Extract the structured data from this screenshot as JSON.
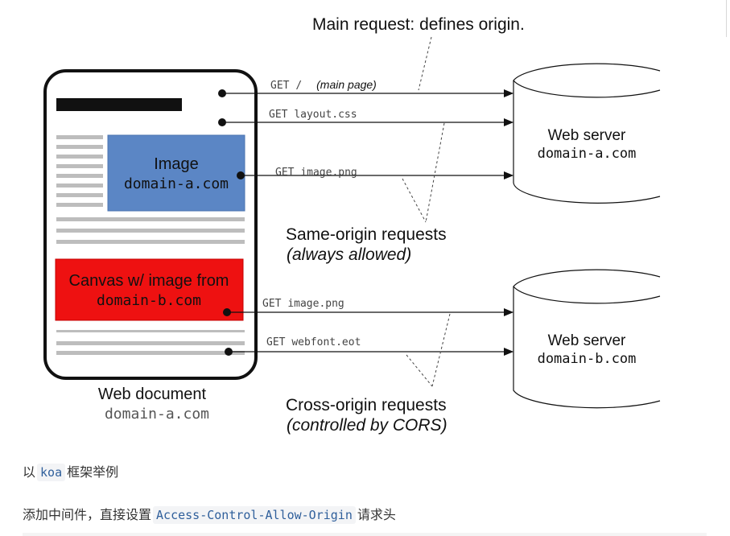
{
  "diagram": {
    "main_request_label": "Main request: defines origin.",
    "web_document": {
      "title": "Web document",
      "origin": "domain-a.com",
      "image_box": {
        "label": "Image",
        "origin": "domain-a.com",
        "color": "#5b86c5"
      },
      "canvas_box": {
        "label": "Canvas w/ image from",
        "origin": "domain-b.com",
        "color": "#ee1111"
      }
    },
    "requests": [
      {
        "method": "GET",
        "path": "/",
        "note": "(main page)"
      },
      {
        "method": "GET",
        "path": "layout.css",
        "note": ""
      },
      {
        "method": "GET",
        "path": "image.png",
        "note": ""
      },
      {
        "method": "GET",
        "path": "image.png",
        "note": ""
      },
      {
        "method": "GET",
        "path": "webfont.eot",
        "note": ""
      }
    ],
    "servers": [
      {
        "title": "Web server",
        "origin": "domain-a.com"
      },
      {
        "title": "Web server",
        "origin": "domain-b.com"
      }
    ],
    "same_origin": {
      "line1": "Same-origin requests",
      "line2": "(always allowed)"
    },
    "cross_origin": {
      "line1": "Cross-origin requests",
      "line2": "(controlled by CORS)"
    }
  },
  "article": {
    "para1": {
      "before": "以",
      "code": "koa",
      "after": "框架举例"
    },
    "para2": {
      "before": "添加中间件，直接设置",
      "code": "Access-Control-Allow-Origin",
      "after": "请求头"
    }
  }
}
